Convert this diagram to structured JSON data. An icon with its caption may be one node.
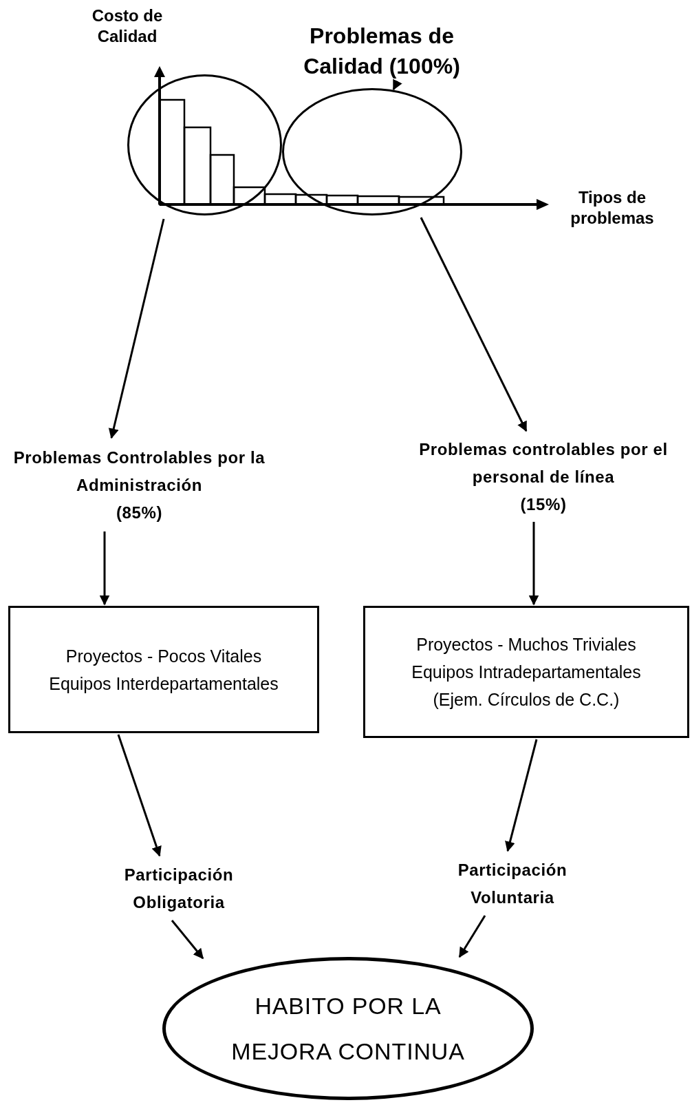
{
  "diagram": {
    "nodes": [
      {
        "text": [],
        "shape": "circle"
      },
      {
        "text": [],
        "shape": "circle"
      },
      {
        "text": [
          "Problemas de Calidad (100%)"
        ]
      },
      {
        "text": [
          "Problemas Controlables por la Administración",
          "(85%)"
        ]
      },
      {
        "text": [
          "Problemas controlables por el personal de línea",
          "(15%)"
        ]
      },
      {
        "text": [
          "Proyectos - Pocos Vitales",
          "Equipos Interdepartamentales"
        ]
      },
      {
        "text": [
          "Proyectos - Muchos Triviales",
          "Equipos Intradepartamentales",
          "(Ejem. Círculos de C.C.)"
        ]
      },
      {
        "text": [
          "Participación Obligatoria"
        ]
      },
      {
        "text": [
          "Participación Voluntaria"
        ]
      },
      {
        "text": [
          "HABITO POR LA MEJORA CONTINUA"
        ]
      }
    ],
    "edges": [
      {
        "from": 2,
        "to": 1,
        "arrow": "to"
      },
      {
        "from": 0,
        "to": 3,
        "arrow": "to"
      },
      {
        "from": 1,
        "to": 4,
        "arrow": "to"
      },
      {
        "from": 3,
        "to": 5,
        "arrow": "to"
      },
      {
        "from": 4,
        "to": 6,
        "arrow": "to"
      },
      {
        "from": 5,
        "to": 7,
        "arrow": "to"
      },
      {
        "from": 6,
        "to": 8,
        "arrow": "to"
      },
      {
        "from": 7,
        "to": 9,
        "arrow": "to"
      },
      {
        "from": 8,
        "to": 9,
        "arrow": "to"
      }
    ],
    "labels": [
      "Costo de Calidad",
      "Tipos de problemas"
    ]
  }
}
